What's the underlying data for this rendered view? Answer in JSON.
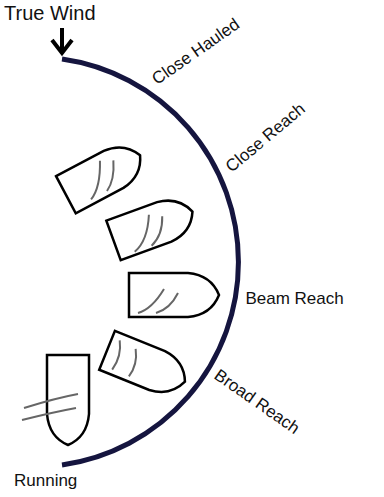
{
  "diagram": {
    "labels": [
      "True Wind",
      "Close Hauled",
      "Close Reach",
      "Beam Reach",
      "Broad Reach",
      "Running"
    ]
  }
}
